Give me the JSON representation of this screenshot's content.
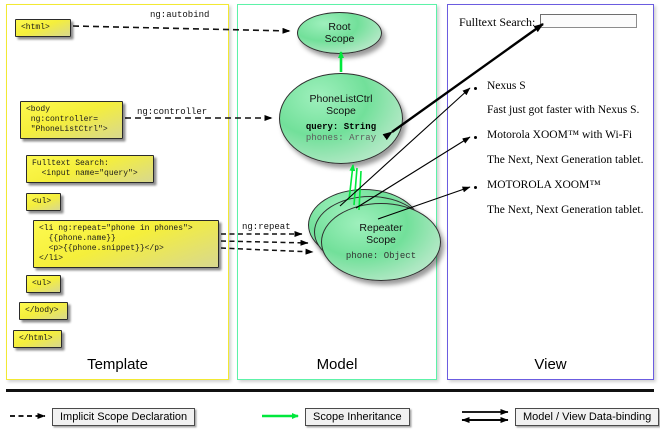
{
  "panels": [
    {
      "id": "template",
      "title": "Template",
      "border_color": "#f2e933"
    },
    {
      "id": "model",
      "title": "Model",
      "border_color": "#5df2a8"
    },
    {
      "id": "view",
      "title": "View",
      "border_color": "#6b5ce0"
    }
  ],
  "template": {
    "boxes": [
      {
        "name": "html-open-tag",
        "text": "<html>"
      },
      {
        "name": "body-open-tag",
        "text": "<body\n ng:controller=\n \"PhoneListCtrl\">"
      },
      {
        "name": "fulltext-search-markup",
        "text": "Fulltext Search:\n  <input name=\"query\">"
      },
      {
        "name": "ul-open-tag",
        "text": "<ul>"
      },
      {
        "name": "li-repeat-markup",
        "text": "<li ng:repeat=\"phone in phones\">\n  {{phone.name}}\n  <p>{{phone.snippet}}</p>\n</li>"
      },
      {
        "name": "ul-close-tag",
        "text": "<ul>"
      },
      {
        "name": "body-close-tag",
        "text": "</body>"
      },
      {
        "name": "html-close-tag",
        "text": "</html>"
      }
    ]
  },
  "edges": {
    "autobind_label": "ng:autobind",
    "controller_label": "ng:controller",
    "repeat_label": "ng:repeat"
  },
  "model": {
    "scopes": [
      {
        "name": "root-scope",
        "title_line1": "Root",
        "title_line2": "Scope",
        "props": []
      },
      {
        "name": "phonelistctrl-scope",
        "title_line1": "PhoneListCtrl",
        "title_line2": "Scope",
        "props": [
          {
            "label": "query: String",
            "emphasis": true
          },
          {
            "label": "phones: Array",
            "emphasis": false
          }
        ]
      },
      {
        "name": "repeater-scope",
        "title_line1": "Repeater",
        "title_line2": "Scope",
        "props": [
          {
            "label": "phone: Object",
            "emphasis": false
          }
        ]
      }
    ]
  },
  "view": {
    "search_label": "Fulltext Search:",
    "search_value": "",
    "search_placeholder": "",
    "phones": [
      {
        "name": "Nexus S",
        "snippet": "Fast just got faster with Nexus S."
      },
      {
        "name": "Motorola XOOM™  with Wi-Fi",
        "snippet": "The Next, Next Generation tablet."
      },
      {
        "name": "MOTOROLA XOOM™",
        "snippet": "The Next, Next Generation tablet."
      }
    ]
  },
  "legend": [
    {
      "name": "implicit-scope-declaration",
      "label": "Implicit Scope Declaration",
      "arrow": "dashed-black"
    },
    {
      "name": "scope-inheritance",
      "label": "Scope Inheritance",
      "arrow": "solid-green"
    },
    {
      "name": "model-view-data-binding",
      "label": "Model / View Data-binding",
      "arrow": "double-black"
    }
  ],
  "colors": {
    "template_border": "#f2e933",
    "model_border": "#5df2a8",
    "view_border": "#6b5ce0",
    "code_fill": "#f5ef3b",
    "scope_fill": "#7fe3a5",
    "inheritance_arrow": "#00e83c"
  }
}
